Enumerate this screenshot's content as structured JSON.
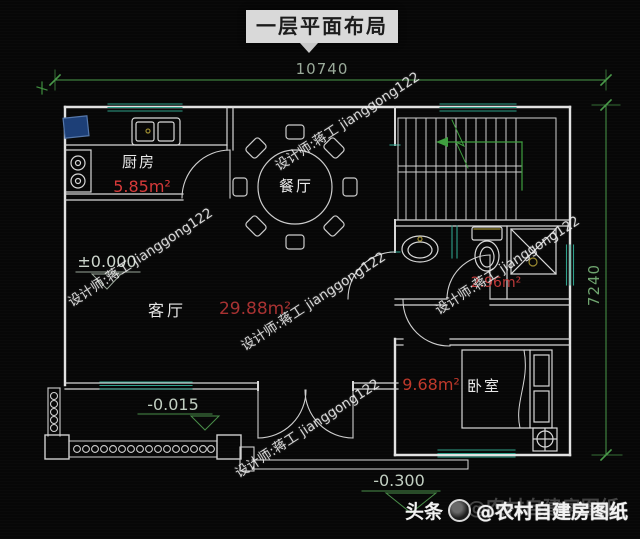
{
  "title": {
    "text": "一层平面布局"
  },
  "dims": {
    "width": "10740",
    "height": "7240"
  },
  "rooms": {
    "kitchen": {
      "name": "厨房",
      "area": "5.85m²"
    },
    "dining": {
      "name": "餐厅"
    },
    "living": {
      "name": "客厅",
      "area": "29.88m²"
    },
    "bathroom": {
      "area": "2.96m²"
    },
    "bedroom": {
      "name": "卧室",
      "area": "9.68m²"
    }
  },
  "elevations": {
    "floor": "±0.000",
    "porch": "-0.015",
    "ground": "-0.300"
  },
  "watermark": {
    "text": "设计师:蒋工 jianggong122"
  },
  "caption": {
    "prefix": "头条",
    "account": "@农村自建房图纸"
  },
  "colors": {
    "background": "#070707",
    "wall_white": "#e2e2e2",
    "dim_green": "#4a9a4a",
    "window_teal": "#2fa08a",
    "area_red": "#cf3434",
    "label_white": "#e8e8e8",
    "title_bg": "#d9d9d9",
    "fridge_blue": "#1d3f77"
  }
}
